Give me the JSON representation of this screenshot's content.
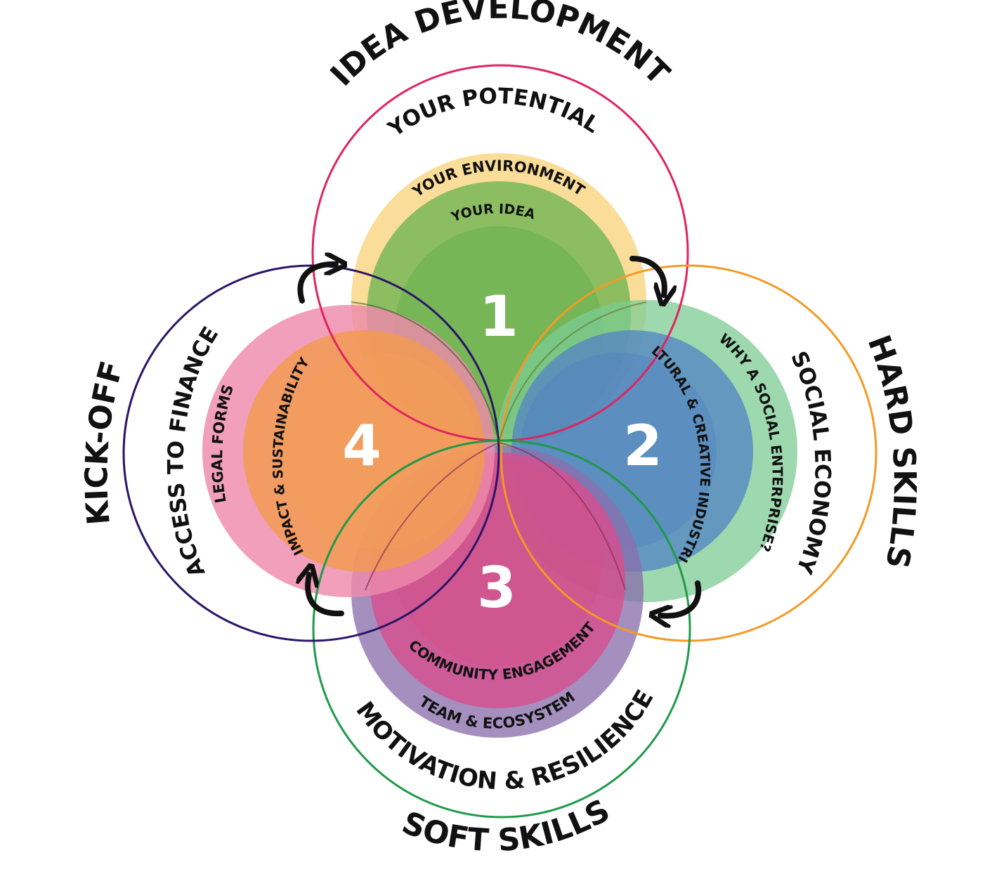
{
  "outer": {
    "top": "IDEA DEVELOPMENT",
    "right": "HARD SKILLS",
    "bottom": "SOFT SKILLS",
    "left": "KICK-OFF"
  },
  "sections": {
    "one": {
      "number": "1",
      "ring_outer": "YOUR POTENTIAL",
      "ring_middle": "YOUR ENVIRONMENT",
      "ring_inner": "YOUR IDEA",
      "colors": {
        "outline": "#e0245e",
        "mid": "#f8cf6c",
        "inner": "#78b857"
      }
    },
    "two": {
      "number": "2",
      "ring_outer": "SOCIAL ECONOMY",
      "ring_middle": "WHY A SOCIAL ENTERPRISE?",
      "ring_inner": "CULTURAL & CREATIVE INDUSTRIES",
      "colors": {
        "outline": "#f39a26",
        "mid": "#7ccb93",
        "inner": "#5585c4"
      }
    },
    "three": {
      "number": "3",
      "ring_outer": "MOTIVATION & RESILIENCE",
      "ring_middle": "TEAM & ECOSYSTEM",
      "ring_inner": "COMMUNITY ENGAGEMENT",
      "colors": {
        "outline": "#1f9a4a",
        "mid": "#8a70ad",
        "inner": "#d54f8f"
      }
    },
    "four": {
      "number": "4",
      "ring_outer": "ACCESS TO FINANCE",
      "ring_middle": "LEGAL FORMS",
      "ring_inner": "IMPACT & SUSTAINABILITY",
      "colors": {
        "outline": "#2a1466",
        "mid": "#ee8aab",
        "inner": "#f29a4e"
      }
    }
  },
  "icons": [
    "cycle-arrow-icon"
  ]
}
